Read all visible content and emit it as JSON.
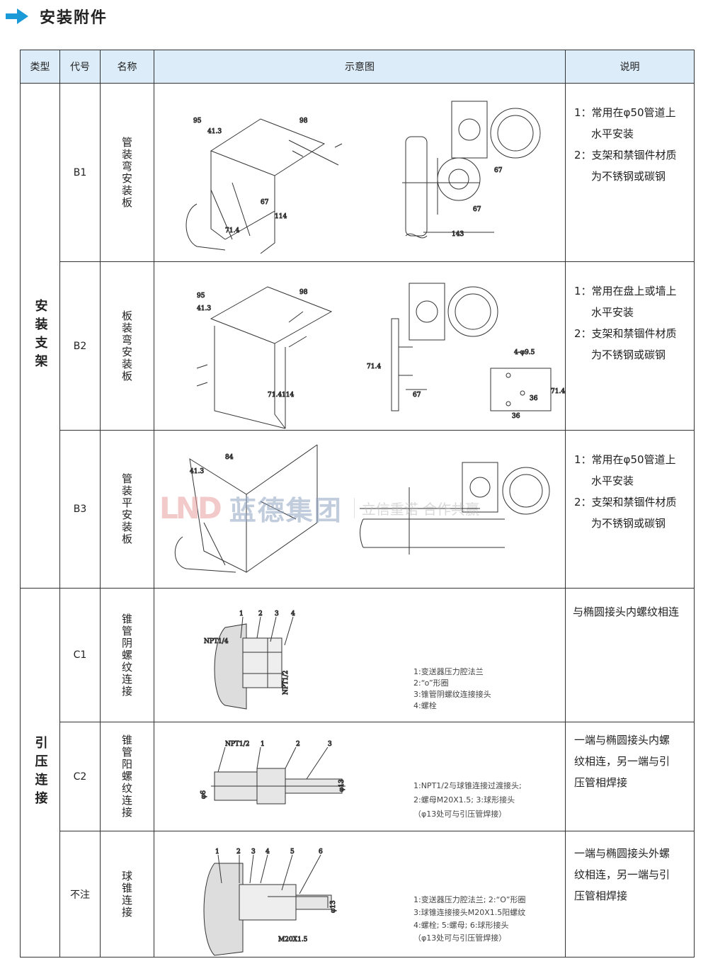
{
  "title": "安装附件",
  "accent": "#1a9ad6",
  "header": {
    "type": "类型",
    "code": "代号",
    "name": "名称",
    "diagram": "示意图",
    "note": "说明"
  },
  "groups": [
    {
      "type": "安装支架"
    },
    {
      "type": "引压连接"
    }
  ],
  "rows": [
    {
      "code": "B1",
      "name": "管装弯安装板",
      "note": [
        "1：常用在φ50管道上",
        "水平安装",
        "2：支架和禁锢件材质",
        "为不锈钢或碳钢"
      ],
      "dims": [
        "95",
        "41.3",
        "98",
        "114",
        "67",
        "71.4",
        "67",
        "67",
        "143"
      ]
    },
    {
      "code": "B2",
      "name": "板装弯安装板",
      "note": [
        "1：常用在盘上或墙上",
        "水平安装",
        "2：支架和禁锢件材质",
        "为不锈钢或碳钢"
      ],
      "dims": [
        "95",
        "41.3",
        "98",
        "71.4",
        "114",
        "71.4",
        "67",
        "4-φ9.5",
        "36",
        "71.4",
        "36"
      ]
    },
    {
      "code": "B3",
      "name": "管装平安装板",
      "note": [
        "1：常用在φ50管道上",
        "水平安装",
        "2：支架和禁锢件材质",
        "为不锈钢或碳钢"
      ],
      "dims": [
        "84",
        "41.3"
      ]
    },
    {
      "code": "C1",
      "name": "锥管阴螺纹连接",
      "note": [
        "与椭圆接头内螺纹相连"
      ],
      "labels": [
        "1",
        "2",
        "3",
        "4",
        "NPT1/4",
        "NPT1/2"
      ],
      "legend": [
        "1:变送器压力腔法兰",
        "2:“o”形圈",
        "3:锥管阴螺纹连接接头",
        "4:螺栓"
      ]
    },
    {
      "code": "C2",
      "name": "锥管阳螺纹连接",
      "note": [
        "一端与椭圆接头内螺",
        "纹相连，另一端与引",
        "压管相焊接"
      ],
      "labels": [
        "NPT1/2",
        "1",
        "2",
        "3",
        "φ6",
        "φ13"
      ],
      "legend": [
        "1:NPT1/2与球锥连接过渡接头;",
        "2:螺母M20X1.5;    3:球形接头",
        "（φ13处可与引压管焊接）"
      ]
    },
    {
      "code": "不注",
      "name": "球锥连接",
      "note": [
        "一端与椭圆接头外螺",
        "纹相连，另一端与引",
        "压管相焊接"
      ],
      "labels": [
        "1",
        "2",
        "3",
        "4",
        "5",
        "6",
        "M20X1.5",
        "φ13"
      ],
      "legend": [
        "1:变送器压力腔法兰;   2:“O”形圈",
        "3:球锥连接接头M20X1.5阳螺纹",
        "4:螺栓; 5:螺母; 6:球形接头",
        "（φ13处可与引压管焊接）"
      ]
    }
  ],
  "watermark": {
    "logo": "LND",
    "brand": "蓝德集团",
    "slogan": "立信重诺 合作共赢"
  }
}
